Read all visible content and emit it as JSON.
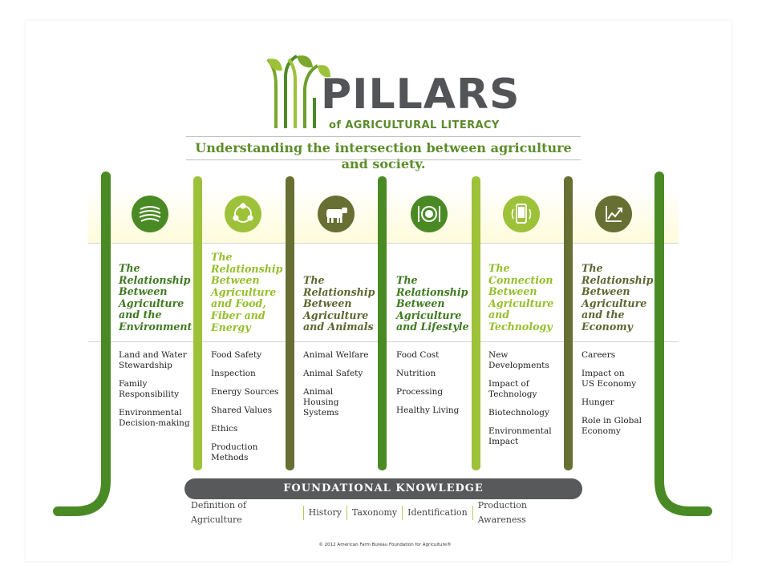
{
  "logo": {
    "word": "PILLARS",
    "subtitle": "of AGRICULTURAL LITERACY"
  },
  "tagline": "Understanding the intersection between agriculture and society.",
  "pillars": [
    {
      "icon": "farmland-icon",
      "title_lines": [
        "The",
        "Relationship",
        "Between",
        "Agriculture",
        "and the",
        "Environment"
      ],
      "items": [
        "Land and Water Stewardship",
        "Family Responsibility",
        "Environmental Decision-making"
      ]
    },
    {
      "icon": "cycle-icon",
      "title_lines": [
        "The",
        "Relationship",
        "Between",
        "Agriculture",
        "and Food,",
        "Fiber and",
        "Energy"
      ],
      "items": [
        "Food Safety",
        "Inspection",
        "Energy Sources",
        "Shared Values",
        "Ethics",
        "Production Methods"
      ]
    },
    {
      "icon": "cow-icon",
      "title_lines": [
        "The",
        "Relationship",
        "Between",
        "Agriculture",
        "and Animals"
      ],
      "items": [
        "Animal Welfare",
        "Animal Safety",
        "Animal Housing Systems"
      ]
    },
    {
      "icon": "plate-icon",
      "title_lines": [
        "The",
        "Relationship",
        "Between",
        "Agriculture",
        "and Lifestyle"
      ],
      "items": [
        "Food Cost",
        "Nutrition",
        "Processing",
        "Healthy Living"
      ]
    },
    {
      "icon": "smartphone-icon",
      "title_lines": [
        "The",
        "Connection",
        "Between",
        "Agriculture",
        "and",
        "Technology"
      ],
      "items": [
        "New Developments",
        "Impact of Technology",
        "Biotechnology",
        "Environmental Impact"
      ]
    },
    {
      "icon": "growth-chart-icon",
      "title_lines": [
        "The",
        "Relationship",
        "Between",
        "Agriculture",
        "and the",
        "Economy"
      ],
      "items": [
        "Careers",
        "Impact on US Economy",
        "Hunger",
        "Role in Global Economy"
      ]
    }
  ],
  "foundation": {
    "title": "FOUNDATIONAL KNOWLEDGE",
    "items": [
      "Definition of Agriculture",
      "History",
      "Taxonomy",
      "Identification",
      "Production Awareness"
    ]
  },
  "copyright": "© 2012 American Farm Bureau Foundation for Agriculture®",
  "colors": {
    "dark_green": "#4a8a24",
    "lime": "#9dc23a",
    "olive": "#676f32",
    "text_dark_green": "#3d7a1f",
    "text_lime": "#95bf2c",
    "foundation_bar": "#58595b"
  }
}
